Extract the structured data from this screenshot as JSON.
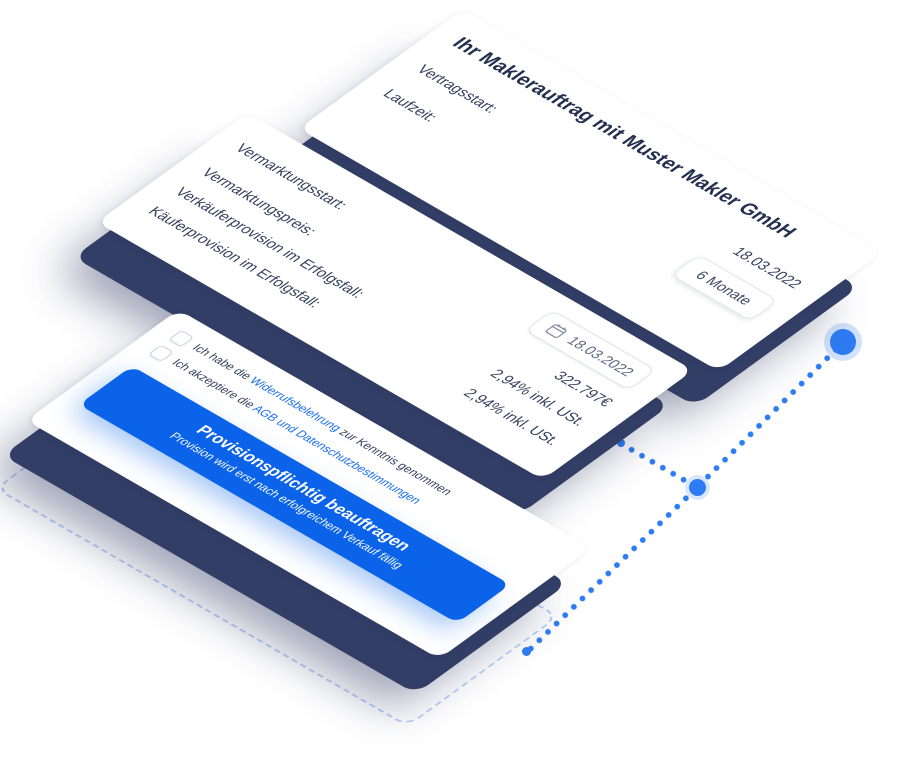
{
  "cards": {
    "contract": {
      "title": "Ihr Maklerauftrag mit Muster Makler GmbH",
      "rows": [
        {
          "label": "Vertragsstart:",
          "value": "18.03.2022"
        },
        {
          "label": "Laufzeit:",
          "value": "6 Monate"
        }
      ]
    },
    "marketing": {
      "rows": [
        {
          "label": "Vermarktungsstart:",
          "value": "18.03.2022"
        },
        {
          "label": "Vermarktungspreis:",
          "value": "322.797€"
        },
        {
          "label": "Verkäuferprovision im Erfolgsfall:",
          "value": "2,94% inkl. USt."
        },
        {
          "label": "Käuferprovision im Erfolgsfall:",
          "value": "2,94% inkl. USt."
        }
      ]
    },
    "consent": {
      "checkboxes": [
        {
          "prefix": "Ich habe die ",
          "link": "Widerrufsbelehrung",
          "suffix": " zur Kenntnis genommen"
        },
        {
          "prefix": "Ich akzeptiere die ",
          "link": "AGB und Datenschutzbestimmungen",
          "suffix": ""
        }
      ],
      "button": {
        "label": "Provisionspflichtig beauftragen",
        "sublabel": "Provision wird erst nach erfolgreichem Verkauf fällig"
      }
    }
  },
  "colors": {
    "accent": "#0a63e8",
    "navy_text": "#23304f",
    "label_text": "#333f5e",
    "link": "#1a6ff2",
    "dots": "#2e7cf3",
    "card_shadow": "#323e66"
  }
}
